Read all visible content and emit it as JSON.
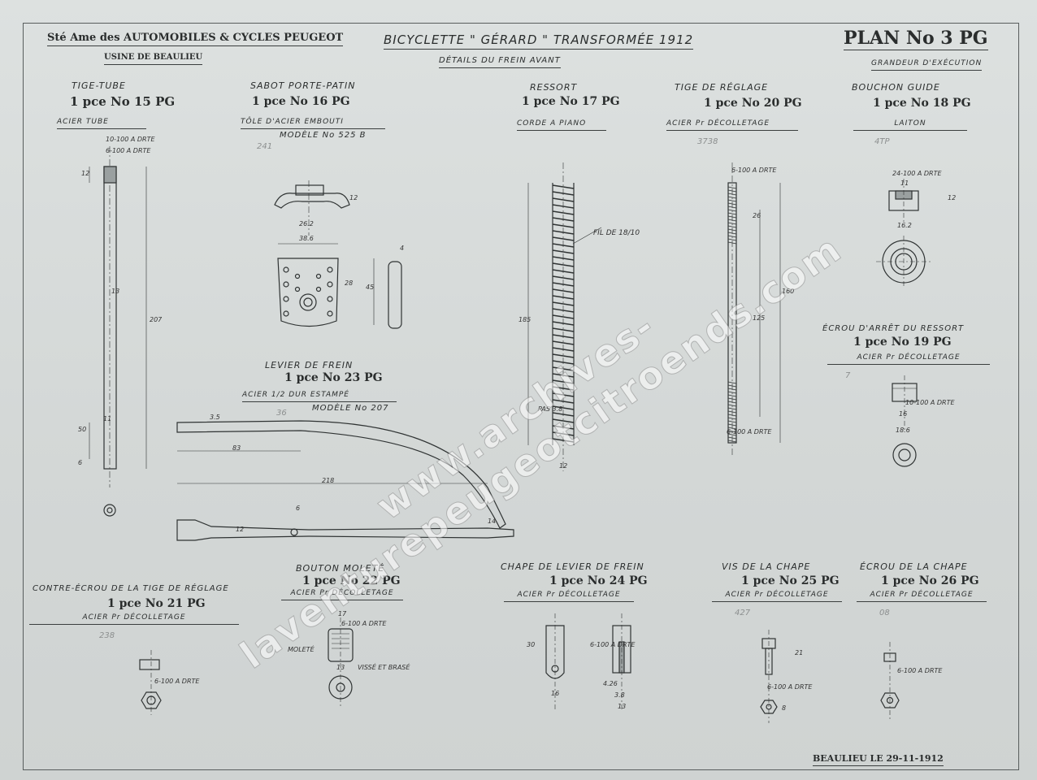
{
  "header": {
    "company": "Sté Ame des AUTOMOBILES & CYCLES PEUGEOT",
    "factory": "USINE DE BEAULIEU",
    "title": "BICYCLETTE \" GÉRARD \" TRANSFORMÉE 1912",
    "subtitle": "DÉTAILS DU FREIN AVANT",
    "plan": "PLAN No 3 PG",
    "scale": "GRANDEUR D'EXÉCUTION"
  },
  "parts": [
    {
      "name": "TIGE-TUBE",
      "qty": "1 pce No 15 PG",
      "material": "ACIER TUBE"
    },
    {
      "name": "SABOT PORTE-PATIN",
      "qty": "1 pce No 16 PG",
      "material": "TÔLE D'ACIER EMBOUTI",
      "model": "MODÈLE No 525 B"
    },
    {
      "name": "RESSORT",
      "qty": "1 pce No 17 PG",
      "material": "CORDE A PIANO"
    },
    {
      "name": "TIGE DE RÉGLAGE",
      "qty": "1 pce No 20 PG",
      "material": "ACIER Pr DÉCOLLETAGE"
    },
    {
      "name": "BOUCHON GUIDE",
      "qty": "1 pce No 18 PG",
      "material": "LAITON"
    },
    {
      "name": "ÉCROU D'ARRÊT DU RESSORT",
      "qty": "1 pce No 19 PG",
      "material": "ACIER Pr DÉCOLLETAGE"
    },
    {
      "name": "LEVIER DE FREIN",
      "qty": "1 pce No 23 PG",
      "material": "ACIER 1/2 DUR ESTAMPÉ",
      "model": "MODÈLE No 207"
    },
    {
      "name": "CONTRE-ÉCROU DE LA TIGE DE RÉGLAGE",
      "qty": "1 pce No 21 PG",
      "material": "ACIER Pr DÉCOLLETAGE"
    },
    {
      "name": "BOUTON MOLETÉ",
      "qty": "1 pce No 22 PG",
      "material": "ACIER Pr DÉCOLLETAGE"
    },
    {
      "name": "CHAPE DE LEVIER DE FREIN",
      "qty": "1 pce No 24 PG",
      "material": "ACIER Pr DÉCOLLETAGE"
    },
    {
      "name": "VIS DE LA CHAPE",
      "qty": "1 pce No 25 PG",
      "material": "ACIER Pr DÉCOLLETAGE"
    },
    {
      "name": "ÉCROU DE LA CHAPE",
      "qty": "1 pce No 26 PG",
      "material": "ACIER Pr DÉCOLLETAGE"
    }
  ],
  "dims": {
    "tube_thread1": "10-100 A DRTE",
    "tube_thread2": "6-100 A DRTE",
    "tube_207": "207",
    "tube_50": "50",
    "tube_12": "12",
    "tube_13": "13",
    "tube_11": "11",
    "tube_6": "6",
    "sabot_386": "38.6",
    "sabot_262": "26.2",
    "sabot_28": "28",
    "sabot_45": "45",
    "sabot_4": "4",
    "sabot_12": "12",
    "ressort_fil": "FIL DE 18/10",
    "ressort_185": "185",
    "ressort_pas": "PAS 3.8",
    "ressort_12": "12",
    "tige_thread_top": "6-100 A DRTE",
    "tige_thread_bot": "6-100 A DRTE",
    "tige_160": "160",
    "tige_125": "125",
    "tige_26": "26",
    "bouchon_thread": "24-100 A DRTE",
    "bouchon_11": "11",
    "bouchon_16": "16.2",
    "bouchon_12": "12",
    "ecrou_thread": "10-100 A DRTE",
    "ecrou_16": "16",
    "ecrou_186": "18.6",
    "levier_83": "83",
    "levier_218": "218",
    "levier_35": "3.5",
    "levier_12": "12",
    "levier_6": "6",
    "levier_14": "14",
    "bouton_thread": "6-100 A DRTE",
    "bouton_17": "17",
    "bouton_13": "13",
    "bouton_molete": "MOLETÉ",
    "bouton_visse": "VISSÉ ET BRASÉ",
    "chape_thread": "6-100 A DRTE",
    "chape_30": "30",
    "chape_16": "16",
    "chape_38": "3.8",
    "chape_426": "4.26",
    "chape_13": "13",
    "vis_thread": "6-100 A DRTE",
    "vis_21": "21",
    "vis_8": "8",
    "ecrou2_thread": "6-100 A DRTE",
    "contre_thread": "6-100 A DRTE"
  },
  "pencil_notes": [
    "241",
    "3738",
    "4TP",
    "36",
    "7",
    "238",
    "427",
    "08"
  ],
  "footer": {
    "date": "BEAULIEU LE 29-11-1912"
  },
  "watermark": "www.archives-laventurepeugeotcitroends.com"
}
